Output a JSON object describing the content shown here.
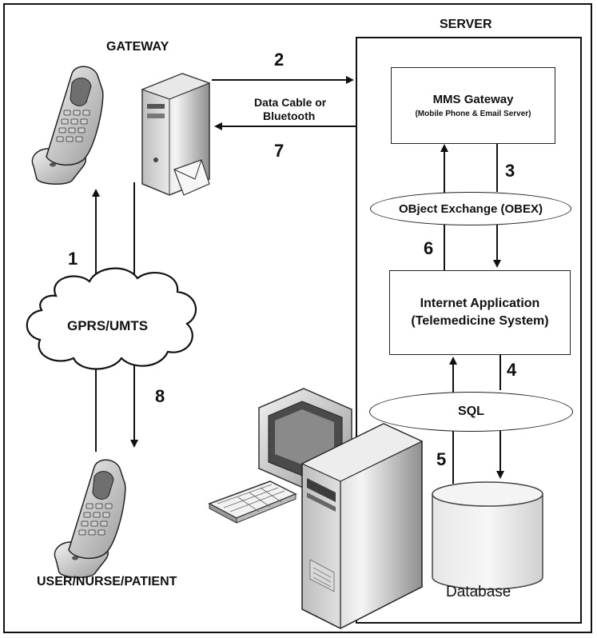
{
  "labels": {
    "gateway": "GATEWAY",
    "server": "SERVER",
    "user": "USER/NURSE/PATIENT",
    "cloud": "GPRS/UMTS",
    "link_line1": "Data Cable or",
    "link_line2": "Bluetooth",
    "database": "Database"
  },
  "mms_box": {
    "title": "MMS Gateway",
    "subtitle": "(Mobile Phone & Email Server)"
  },
  "obex": "OBject Exchange (OBEX)",
  "internet_box": {
    "title": "Internet Application",
    "subtitle": "(Telemedicine System)"
  },
  "sql": "SQL",
  "steps": {
    "s1": "1",
    "s2": "2",
    "s3": "3",
    "s4": "4",
    "s5": "5",
    "s6": "6",
    "s7": "7",
    "s8": "8"
  }
}
